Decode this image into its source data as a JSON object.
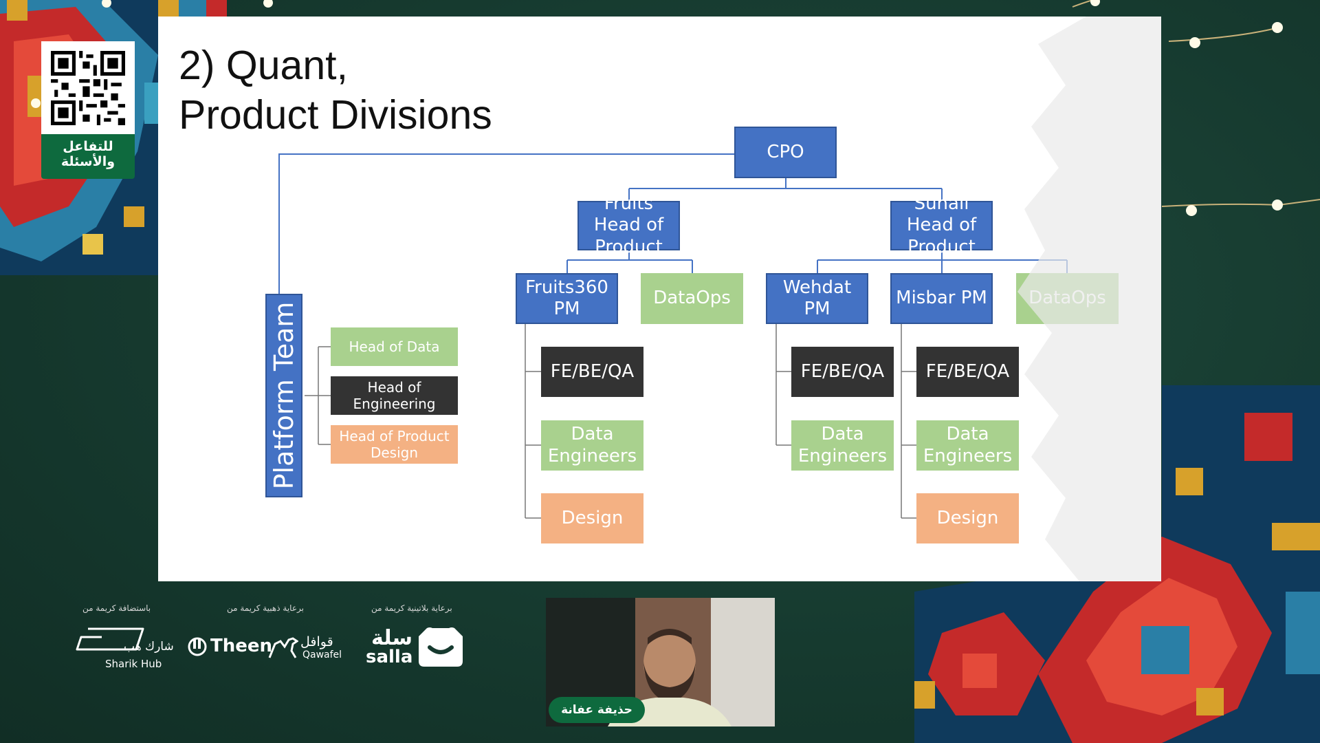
{
  "event": {
    "qr_label": "للتفاعل والأسئلة"
  },
  "slide": {
    "title_line1": "2) Quant,",
    "title_line2": "Product Divisions",
    "nodes": {
      "cpo": "CPO",
      "fruits_head": "Fruits Head of Product",
      "suhail_head": "Suhail Head of Product",
      "fruits360_pm": "Fruits360 PM",
      "dataops_fruits": "DataOps",
      "wehdat_pm": "Wehdat PM",
      "misbar_pm": "Misbar PM",
      "dataops_suhail": "DataOps",
      "fe_fruits": "FE/BE/QA",
      "data_eng_fruits": "Data Engineers",
      "design_fruits": "Design",
      "fe_wehdat": "FE/BE/QA",
      "data_eng_wehdat": "Data Engineers",
      "fe_misbar": "FE/BE/QA",
      "data_eng_misbar": "Data Engineers",
      "design_misbar": "Design",
      "platform_team": "Platform Team",
      "head_data": "Head of Data",
      "head_engineering": "Head of Engineering",
      "head_design": "Head of Product Design"
    },
    "colors": {
      "blue": "#4472c4",
      "green": "#a9d18e",
      "dark": "#333333",
      "orange": "#f4b183"
    }
  },
  "sponsors": {
    "host_caption": "باستضافة كريمة من",
    "host_logo_ar": "شارك هب",
    "host_logo_en": "Sharik Hub",
    "gold_caption": "برعاية ذهبية كريمة من",
    "gold_logo_1": "Theen",
    "gold_logo_2_ar": "قوافل",
    "gold_logo_2_en": "Qawafel",
    "platinum_caption": "برعاية بلاتينية كريمة من",
    "platinum_logo_ar": "سلة",
    "platinum_logo_en": "salla"
  },
  "speaker": {
    "name": "حذيفة عفانة"
  }
}
